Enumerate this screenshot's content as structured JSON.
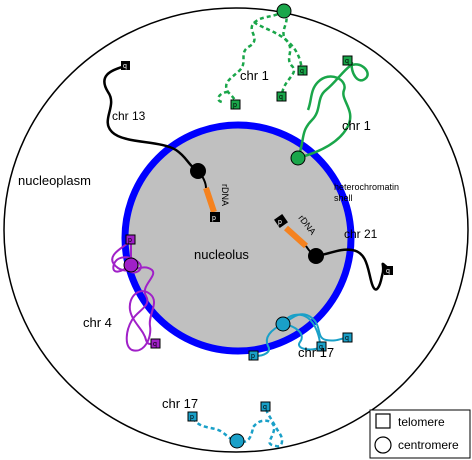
{
  "labels": {
    "nucleoplasm": "nucleoplasm",
    "nucleolus": "nucleolus",
    "heterochromatin_line1": "heterochromatin",
    "heterochromatin_line2": "shell",
    "chr1_dashed": "chr 1",
    "chr1_solid": "chr 1",
    "chr13": "chr 13",
    "chr21": "chr 21",
    "chr4": "chr 4",
    "chr17_nucleolar": "chr 17",
    "chr17_free": "chr 17",
    "rdna_13": "rDNA",
    "rdna_21": "rDNA"
  },
  "telomere_marks": {
    "q": "q",
    "p": "p"
  },
  "legend": {
    "telomere": "telomere",
    "centromere": "centromere"
  },
  "colors": {
    "nucleolus_fill": "#c0c0c0",
    "nucleolus_border": "#0000ff",
    "chr1": "#1aa64a",
    "chr13_21": "#000000",
    "rdna": "#f5821f",
    "chr4": "#a020c8",
    "chr17": "#1aa0c8"
  }
}
